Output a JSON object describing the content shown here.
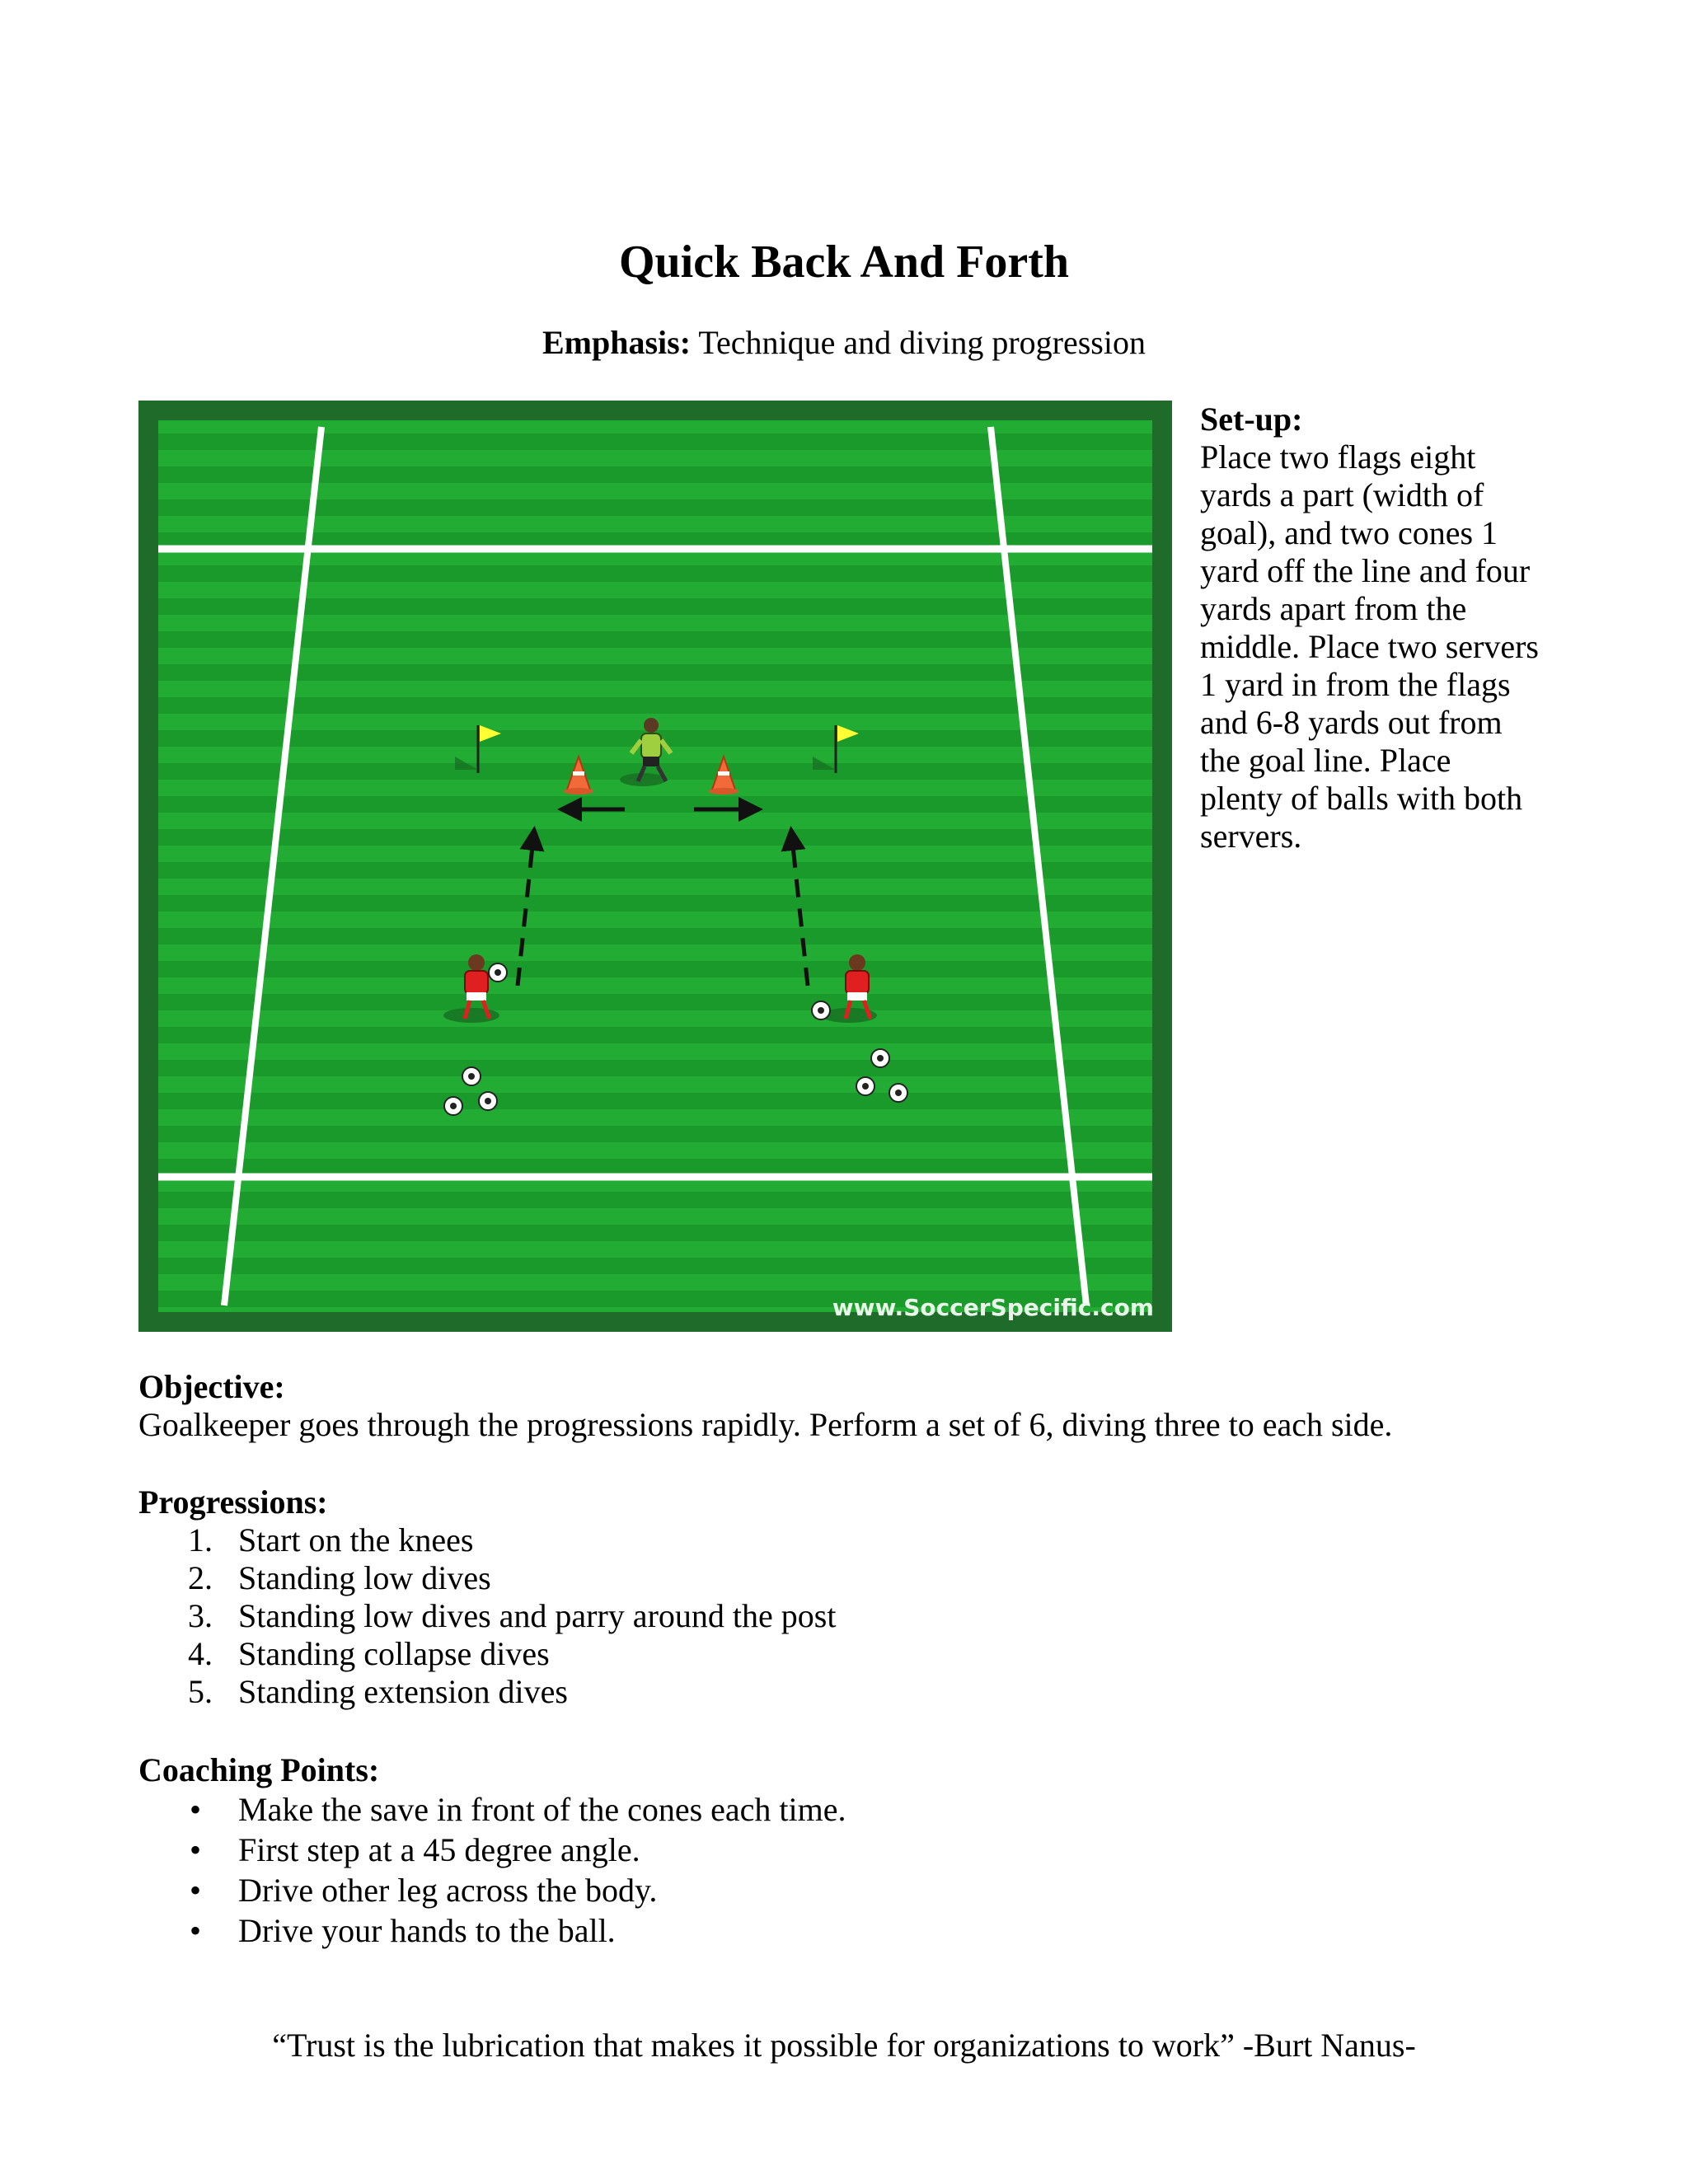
{
  "title": "Quick Back And Forth",
  "emphasis": {
    "label": "Emphasis:",
    "text": "Technique and diving progression"
  },
  "diagram": {
    "watermark": "www.SoccerSpecific.com",
    "colors": {
      "field_border": "#1f6b2a",
      "stripe_a": "#1a9a2a",
      "stripe_b": "#23ac33",
      "lines": "#ffffff",
      "server": "#e02020",
      "keeper": "#9fcf3f",
      "cone": "#f26a3a",
      "flag": "#ffff33"
    }
  },
  "setup": {
    "heading": "Set-up:",
    "lines": [
      "Place two flags eight",
      "yards a part (width of",
      "goal), and two cones 1",
      "yard off the line and four",
      "yards apart from the",
      "middle. Place two servers",
      "1 yard in from the flags",
      "and 6-8 yards out from",
      "the goal line.  Place",
      "plenty of balls with both",
      "servers."
    ]
  },
  "objective": {
    "heading": "Objective:",
    "text": "Goalkeeper goes through the progressions rapidly.  Perform a set of 6, diving three to each side."
  },
  "progressions": {
    "heading": "Progressions:",
    "items": [
      {
        "num": "1.",
        "text": "Start on the knees"
      },
      {
        "num": "2.",
        "text": "Standing low dives"
      },
      {
        "num": "3.",
        "text": "Standing low dives and parry around the post"
      },
      {
        "num": "4.",
        "text": "Standing collapse dives"
      },
      {
        "num": "5.",
        "text": "Standing extension dives"
      }
    ]
  },
  "coaching": {
    "heading": "Coaching Points:",
    "bullet": "•",
    "items": [
      "Make the save in front of the cones each time.",
      "First step at a 45 degree angle.",
      "Drive other leg across the body.",
      "Drive your hands to the ball."
    ]
  },
  "quote": "“Trust is the lubrication that makes it possible for organizations to work”  -Burt Nanus-"
}
